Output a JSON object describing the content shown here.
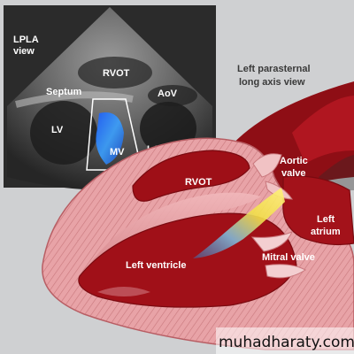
{
  "echo": {
    "view_label_line1": "LPLA",
    "view_label_line2": "view",
    "rvot": "RVOT",
    "septum": "Septum",
    "aov": "AoV",
    "lv": "LV",
    "mv": "MV",
    "la": "LA"
  },
  "diagram": {
    "title_line1": "Left parasternal",
    "title_line2": "long axis view",
    "rvot": "RVOT",
    "aortic_valve_line1": "Aortic",
    "aortic_valve_line2": "valve",
    "left_atrium_line1": "Left",
    "left_atrium_line2": "atrium",
    "left_ventricle": "Left ventricle",
    "mitral_valve": "Mitral valve"
  },
  "watermark": "muhadharaty.com",
  "colors": {
    "background": "#cfd0d2",
    "echo_bg": "#2b2b2b",
    "blood": "#a01018",
    "muscle": "#e8a3a7",
    "doppler_blue": "#2a6bff",
    "doppler_yellow": "#f4e64a"
  }
}
